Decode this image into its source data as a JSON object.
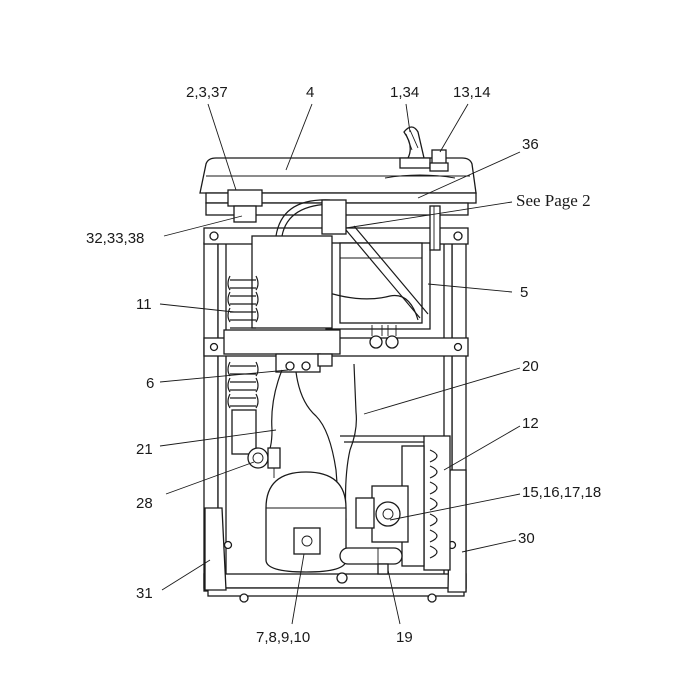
{
  "callouts": {
    "c_2_3_37": "2,3,37",
    "c_4": "4",
    "c_1_34": "1,34",
    "c_13_14": "13,14",
    "c_36": "36",
    "c_see_page_2": "See Page 2",
    "c_32_33_38": "32,33,38",
    "c_11": "11",
    "c_5": "5",
    "c_6": "6",
    "c_20": "20",
    "c_21": "21",
    "c_12": "12",
    "c_28": "28",
    "c_15_16_17_18": "15,16,17,18",
    "c_30": "30",
    "c_31": "31",
    "c_7_8_9_10": "7,8,9,10",
    "c_19": "19"
  },
  "colors": {
    "line": "#1a1a1a",
    "background": "#ffffff"
  }
}
